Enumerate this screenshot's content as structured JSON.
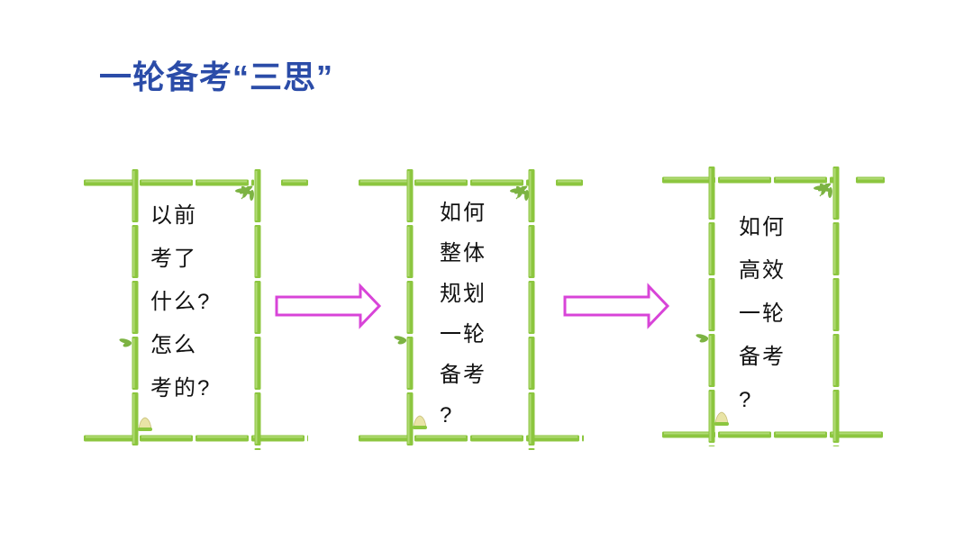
{
  "title": "一轮备考“三思”",
  "colors": {
    "title": "#2b4ca8",
    "text": "#111111",
    "bamboo": "#8cc63f",
    "bamboo_light": "#b9df82",
    "leaf": "#7cb342",
    "shoot": "#e9e4a6",
    "arrow": "#d844d8"
  },
  "frames": [
    {
      "lines": [
        "以前",
        "考了",
        "什么?",
        "怎么",
        "考的?"
      ]
    },
    {
      "lines": [
        "如何",
        "整体",
        "规划",
        "一轮",
        "备考",
        "?"
      ]
    },
    {
      "lines": [
        "如何",
        "高效",
        "一轮",
        "备考",
        "?"
      ]
    }
  ]
}
